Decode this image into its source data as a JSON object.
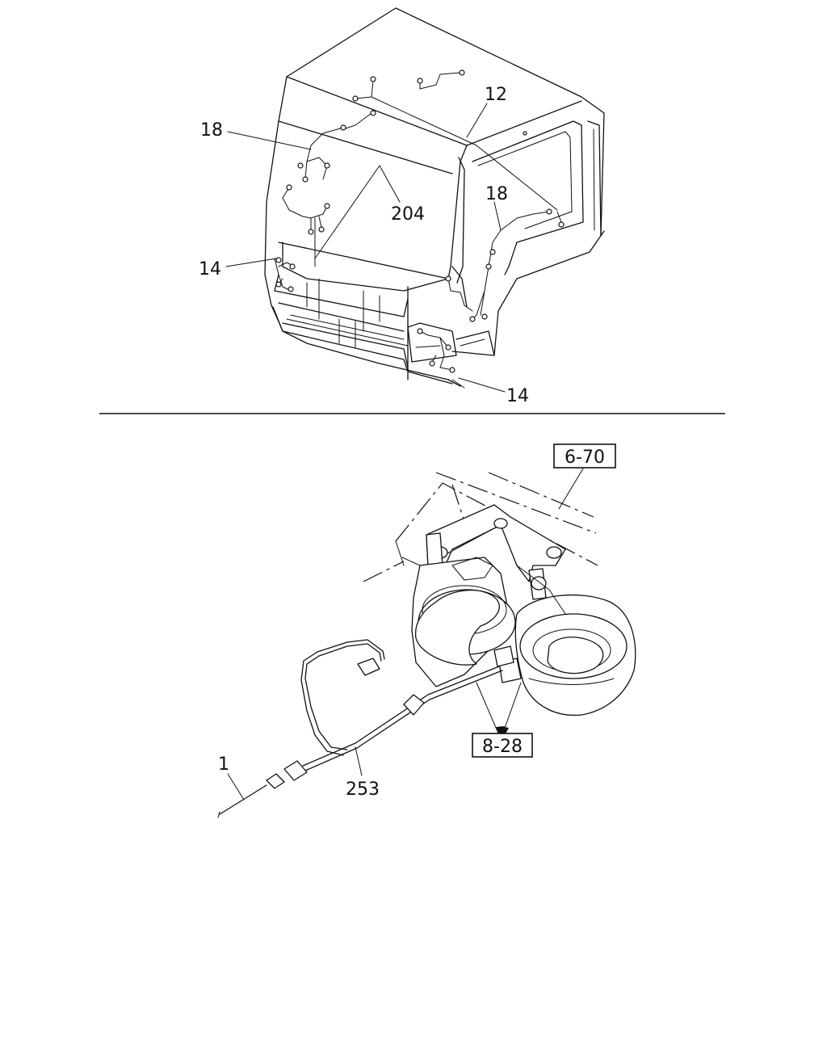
{
  "diagram": {
    "top_callouts": {
      "c12": "12",
      "c18_left": "18",
      "c18_right": "18",
      "c204": "204",
      "c14_left": "14",
      "c14_right": "14"
    },
    "bottom_callouts": {
      "c1": "1",
      "c253": "253"
    },
    "reference_boxes": {
      "ref_6_70": "6-70",
      "ref_8_28": "8-28"
    }
  }
}
